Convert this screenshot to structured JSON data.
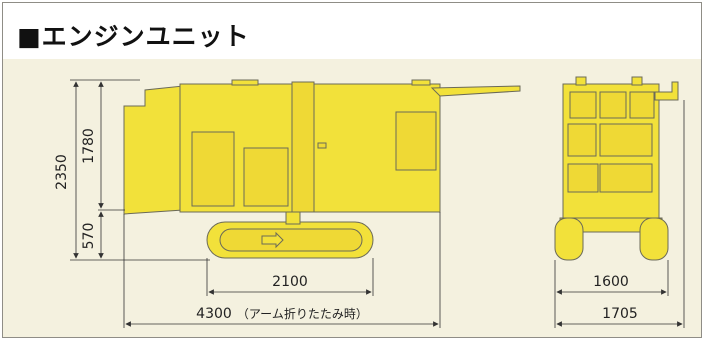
{
  "title": "■エンジンユニット",
  "side_view": {
    "height_total": "2350",
    "height_upper": "1780",
    "height_lower": "570",
    "track_length": "2100",
    "total_length": "4300",
    "total_length_note": "（アーム折りたたみ時）"
  },
  "front_view": {
    "track_width": "1600",
    "total_width": "1705"
  },
  "colors": {
    "body": "#f2e13a",
    "outline": "#6b6a58",
    "dimension": "#333333",
    "panel_background": "#f4f1df"
  }
}
